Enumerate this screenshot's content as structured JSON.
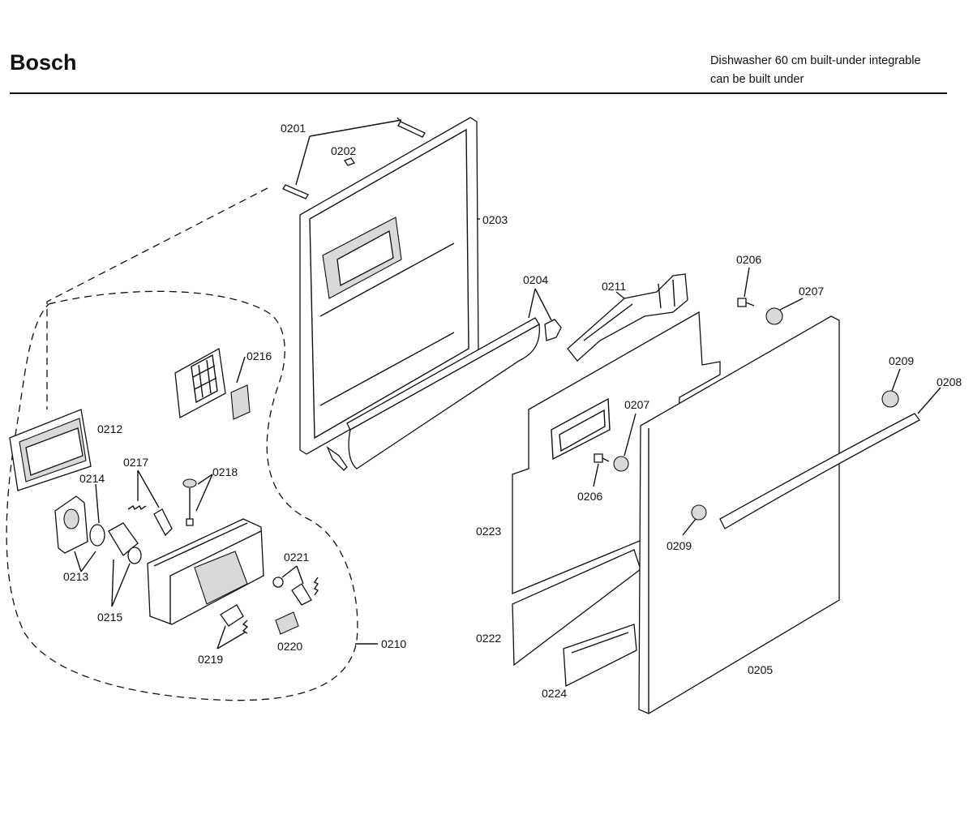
{
  "header": {
    "brand": "Bosch",
    "description_line1": "Dishwasher 60 cm built-under integrable",
    "description_line2": "can be built under"
  },
  "callouts": [
    {
      "id": "c0201",
      "label": "0201"
    },
    {
      "id": "c0202",
      "label": "0202"
    },
    {
      "id": "c0203",
      "label": "0203"
    },
    {
      "id": "c0204",
      "label": "0204"
    },
    {
      "id": "c0211",
      "label": "0211"
    },
    {
      "id": "c0206a",
      "label": "0206"
    },
    {
      "id": "c0207a",
      "label": "0207"
    },
    {
      "id": "c0216",
      "label": "0216"
    },
    {
      "id": "c0212",
      "label": "0212"
    },
    {
      "id": "c0217",
      "label": "0217"
    },
    {
      "id": "c0218",
      "label": "0218"
    },
    {
      "id": "c0214",
      "label": "0214"
    },
    {
      "id": "c0213",
      "label": "0213"
    },
    {
      "id": "c0215",
      "label": "0215"
    },
    {
      "id": "c0221",
      "label": "0221"
    },
    {
      "id": "c0219",
      "label": "0219"
    },
    {
      "id": "c0220",
      "label": "0220"
    },
    {
      "id": "c0210",
      "label": "0210"
    },
    {
      "id": "c0207b",
      "label": "0207"
    },
    {
      "id": "c0206b",
      "label": "0206"
    },
    {
      "id": "c0209a",
      "label": "0209"
    },
    {
      "id": "c0208",
      "label": "0208"
    },
    {
      "id": "c0209b",
      "label": "0209"
    },
    {
      "id": "c0223",
      "label": "0223"
    },
    {
      "id": "c0222",
      "label": "0222"
    },
    {
      "id": "c0224",
      "label": "0224"
    },
    {
      "id": "c0205",
      "label": "0205"
    }
  ]
}
